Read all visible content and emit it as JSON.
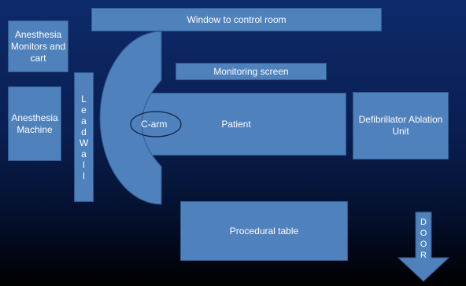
{
  "diagram": {
    "window_label": "Window to control room",
    "anesthesia_monitors_label": "Anesthesia Monitors and cart",
    "monitoring_screen_label": "Monitoring screen",
    "anesthesia_machine_label": "Anesthesia Machine",
    "lead_wall_letters": [
      "L",
      "e",
      "a",
      "d",
      "W",
      "a",
      "l",
      "l"
    ],
    "c_arm_label": "C-arm",
    "patient_label": "Patient",
    "defibrillator_label": "Defibrillator Ablation Unit",
    "procedural_table_label": "Procedural table",
    "door_letters": [
      "D",
      "O",
      "O",
      "R"
    ]
  },
  "colors": {
    "box_fill": "#4f81bd",
    "box_border": "#2f5b8f",
    "text": "#ffffff",
    "background_top": "#0d2a6b",
    "background_bottom": "#000000"
  }
}
